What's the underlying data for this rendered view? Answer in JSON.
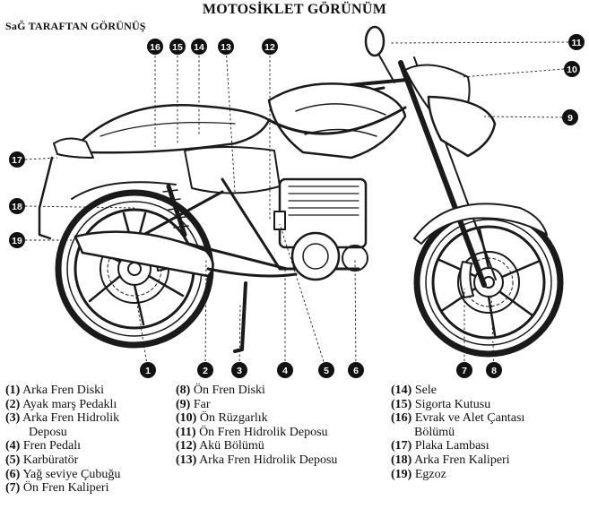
{
  "title": "MOTOSİKLET GÖRÜNÜM",
  "subtitle": "SaĞ TARAFTAN GÖRÜNÜŞ",
  "callouts": [
    "1",
    "2",
    "3",
    "4",
    "5",
    "6",
    "7",
    "8",
    "9",
    "10",
    "11",
    "12",
    "13",
    "14",
    "15",
    "16",
    "17",
    "18",
    "19"
  ],
  "legend": {
    "col1": [
      {
        "num": "(1)",
        "text": "Arka Fren Diski"
      },
      {
        "num": "(2)",
        "text": "Ayak marş Pedaklı"
      },
      {
        "num": "(3)",
        "text": "Arka Fren Hidrolik",
        "cont": "Deposu"
      },
      {
        "num": "(4)",
        "text": "Fren Pedalı"
      },
      {
        "num": "(5)",
        "text": "Karbüratör"
      },
      {
        "num": "(6)",
        "text": "Yağ seviye Çubuğu"
      },
      {
        "num": "(7)",
        "text": "Ön Fren Kaliperi"
      }
    ],
    "col2": [
      {
        "num": "(8)",
        "text": "Ön Fren Diski"
      },
      {
        "num": "(9)",
        "text": "Far"
      },
      {
        "num": "(10)",
        "text": "Ön Rüzgarlık"
      },
      {
        "num": "(11)",
        "text": "Ön Fren Hidrolik Deposu"
      },
      {
        "num": "(12)",
        "text": "Akü Bölümü"
      },
      {
        "num": "(13)",
        "text": "Arka Fren Hidrolik Deposu"
      }
    ],
    "col3": [
      {
        "num": "(14)",
        "text": "Sele"
      },
      {
        "num": "(15)",
        "text": "Sigorta Kutusu"
      },
      {
        "num": "(16)",
        "text": "Evrak ve Alet Çantası",
        "cont": "Bölümü"
      },
      {
        "num": "(17)",
        "text": "Plaka Lambası"
      },
      {
        "num": "(18)",
        "text": "Arka Fren Kaliperi"
      },
      {
        "num": "(19)",
        "text": "Egzoz"
      }
    ]
  }
}
